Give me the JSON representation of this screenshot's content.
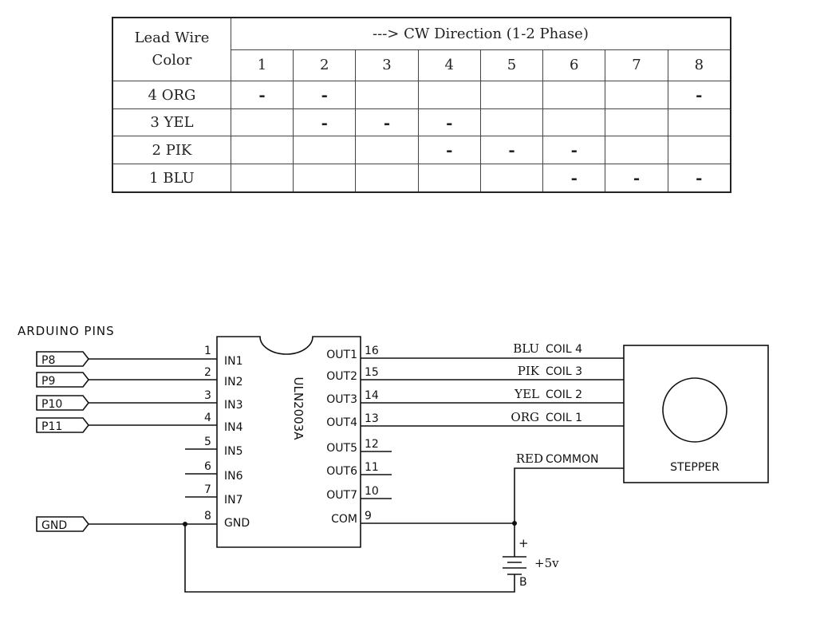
{
  "table": {
    "header_left_line1": "Lead Wire",
    "header_left_line2": "Color",
    "header_span": "---> CW Direction (1-2 Phase)",
    "steps": [
      "1",
      "2",
      "3",
      "4",
      "5",
      "6",
      "7",
      "8"
    ],
    "rows": [
      {
        "label": "4 ORG",
        "cells": [
          "-",
          "-",
          "",
          "",
          "",
          "",
          "",
          "-"
        ]
      },
      {
        "label": "3 YEL",
        "cells": [
          "",
          "-",
          "-",
          "-",
          "",
          "",
          "",
          ""
        ]
      },
      {
        "label": "2 PIK",
        "cells": [
          "",
          "",
          "",
          "-",
          "-",
          "-",
          "",
          ""
        ]
      },
      {
        "label": "1 BLU",
        "cells": [
          "",
          "",
          "",
          "",
          "",
          "-",
          "-",
          "-"
        ]
      }
    ]
  },
  "schematic": {
    "arduino_title": "ARDUINO PINS",
    "arduino_pins": [
      "P8",
      "P9",
      "P10",
      "P11"
    ],
    "gnd_label": "GND",
    "chip_name": "ULN2003A",
    "left_pins": [
      {
        "num": "1",
        "name": "IN1"
      },
      {
        "num": "2",
        "name": "IN2"
      },
      {
        "num": "3",
        "name": "IN3"
      },
      {
        "num": "4",
        "name": "IN4"
      },
      {
        "num": "5",
        "name": "IN5"
      },
      {
        "num": "6",
        "name": "IN6"
      },
      {
        "num": "7",
        "name": "IN7"
      },
      {
        "num": "8",
        "name": "GND"
      }
    ],
    "right_pins": [
      {
        "num": "16",
        "name": "OUT1"
      },
      {
        "num": "15",
        "name": "OUT2"
      },
      {
        "num": "14",
        "name": "OUT3"
      },
      {
        "num": "13",
        "name": "OUT4"
      },
      {
        "num": "12",
        "name": "OUT5"
      },
      {
        "num": "11",
        "name": "OUT6"
      },
      {
        "num": "10",
        "name": "OUT7"
      },
      {
        "num": "9",
        "name": "COM"
      }
    ],
    "coils": [
      {
        "color_label": "BLU",
        "coil_label": "COIL 4",
        "color": "#1f3fd0"
      },
      {
        "color_label": "PIK",
        "coil_label": "COIL 3",
        "color": "#e070e0"
      },
      {
        "color_label": "YEL",
        "coil_label": "COIL 2",
        "color": "#d6b428"
      },
      {
        "color_label": "ORG",
        "coil_label": "COIL 1",
        "color": "#e8922a"
      }
    ],
    "common": {
      "color_label": "RED",
      "label": "COMMON",
      "color": "#e02020"
    },
    "stepper_label": "STEPPER",
    "battery": {
      "plus": "+",
      "voltage": "+5v",
      "minus": "B"
    }
  }
}
